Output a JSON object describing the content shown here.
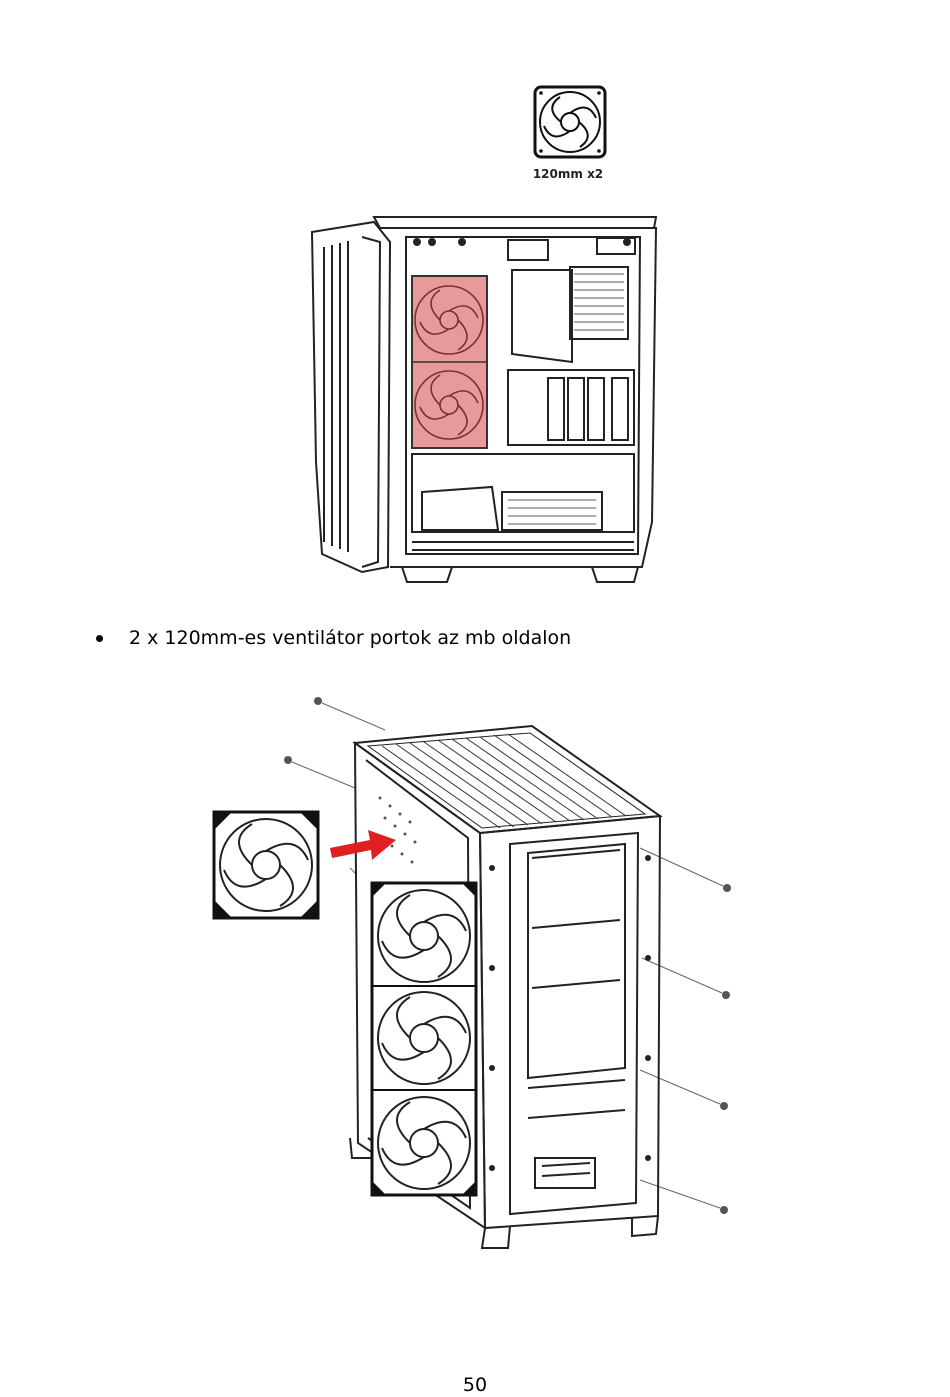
{
  "figure_top": {
    "fan_badge_label": "120mm x2",
    "highlight_color": "#e89a9a",
    "icon": "fan-icon"
  },
  "bullet": {
    "text": "2 x 120mm-es ventilátor portok az mb oldalon"
  },
  "figure_bottom": {
    "arrow_color": "#e02020",
    "icon": "fan-icon"
  },
  "page_number": "50"
}
